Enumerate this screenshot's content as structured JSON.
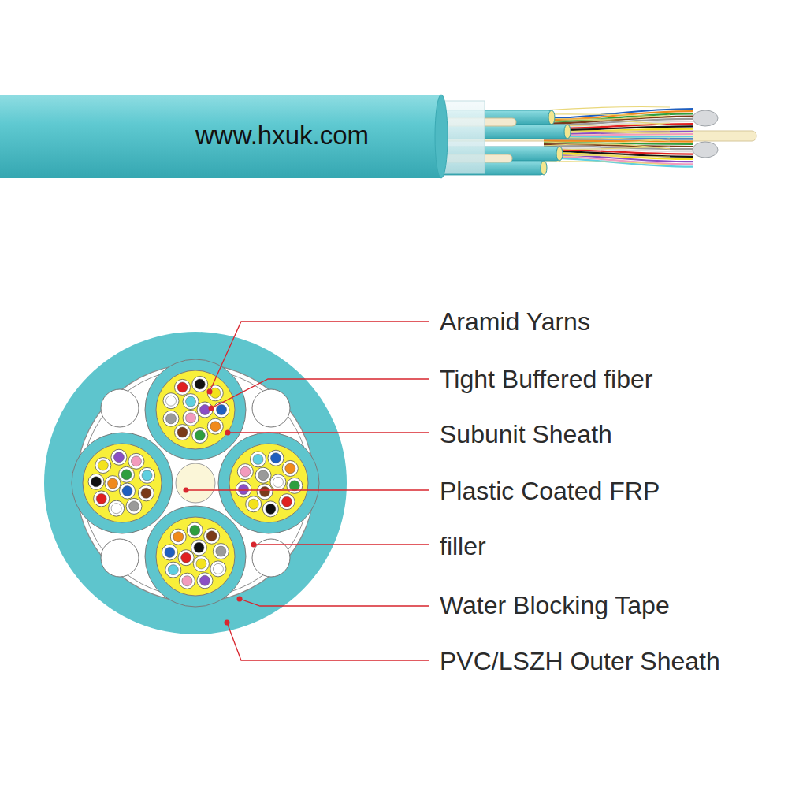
{
  "diagram": {
    "labels": [
      "www.hxuk.com",
      "Aramid Yarns",
      "Tight Buffered fiber",
      "Subunit Sheath",
      "Plastic Coated FRP",
      "filler",
      "Water Blocking Tape",
      "PVC/LSZH Outer Sheath"
    ]
  }
}
